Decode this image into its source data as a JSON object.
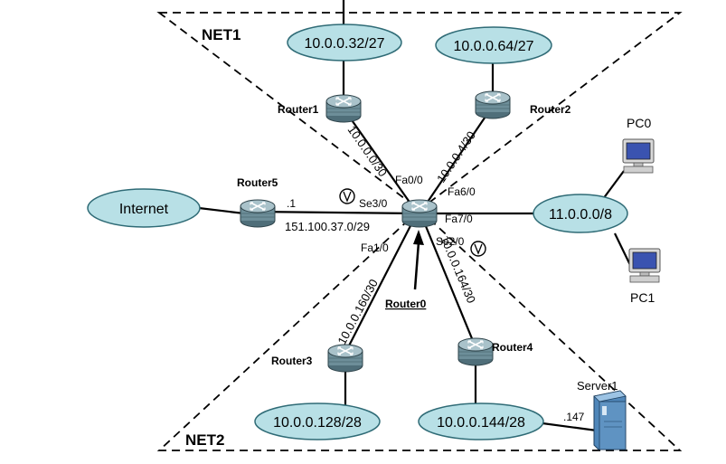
{
  "zones": [
    {
      "label": "NET1"
    },
    {
      "label": "NET2"
    }
  ],
  "networks": {
    "n1": "10.0.0.32/27",
    "n2": "10.0.0.64/27",
    "internet": "Internet",
    "n11": "11.0.0.0/8",
    "n3": "10.0.0.128/28",
    "n4": "10.0.0.144/28"
  },
  "routers": {
    "r0": "Router0",
    "r1": "Router1",
    "r2": "Router2",
    "r3": "Router3",
    "r4": "Router4",
    "r5": "Router5"
  },
  "hosts": {
    "pc0": "PC0",
    "pc1": "PC1",
    "server1": "Server1"
  },
  "links": {
    "r0_r1": "10.0.0.0/30",
    "r0_r2": "10.0.0.4/30",
    "r0_r3": "10.0.0.160/30",
    "r0_r4": "10.0.0.164/30",
    "r0_r5": "151.100.37.0/29"
  },
  "interfaces": {
    "fa00": "Fa0/0",
    "fa60": "Fa6/0",
    "fa70": "Fa7/0",
    "fa10": "Fa1/0",
    "se30": "Se3/0",
    "se20": "Se2/0",
    "r5_ip": ".1",
    "server_ip": ".147"
  },
  "colors": {
    "ellipse_fill": "#b8e0e6",
    "router_body": "#6d8e99",
    "router_top": "#9fb9c2",
    "pc_screen": "#3a53b0",
    "server_body": "#5f93c2"
  }
}
